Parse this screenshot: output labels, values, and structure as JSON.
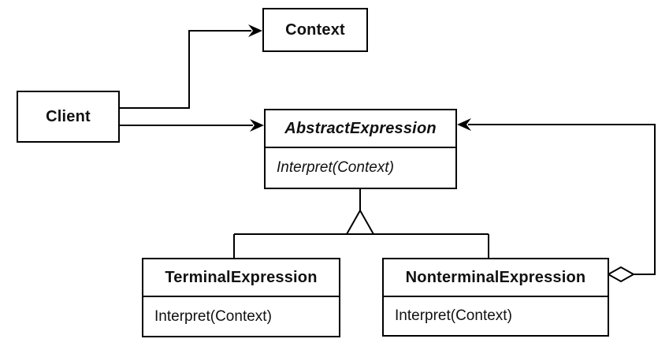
{
  "classes": {
    "context": {
      "name": "Context"
    },
    "client": {
      "name": "Client"
    },
    "abstract_expression": {
      "name": "AbstractExpression",
      "methods": [
        "Interpret(Context)"
      ]
    },
    "terminal_expression": {
      "name": "TerminalExpression",
      "methods": [
        "Interpret(Context)"
      ]
    },
    "nonterminal_expression": {
      "name": "NonterminalExpression",
      "methods": [
        "Interpret(Context)"
      ]
    }
  },
  "relationships": [
    {
      "from": "Client",
      "to": "Context",
      "type": "association"
    },
    {
      "from": "Client",
      "to": "AbstractExpression",
      "type": "association"
    },
    {
      "from": "TerminalExpression",
      "to": "AbstractExpression",
      "type": "inheritance"
    },
    {
      "from": "NonterminalExpression",
      "to": "AbstractExpression",
      "type": "inheritance"
    },
    {
      "from": "NonterminalExpression",
      "to": "AbstractExpression",
      "type": "aggregation"
    }
  ],
  "colors": {
    "line": "#000000",
    "background": "#ffffff",
    "box_fill": "#ffffff"
  }
}
